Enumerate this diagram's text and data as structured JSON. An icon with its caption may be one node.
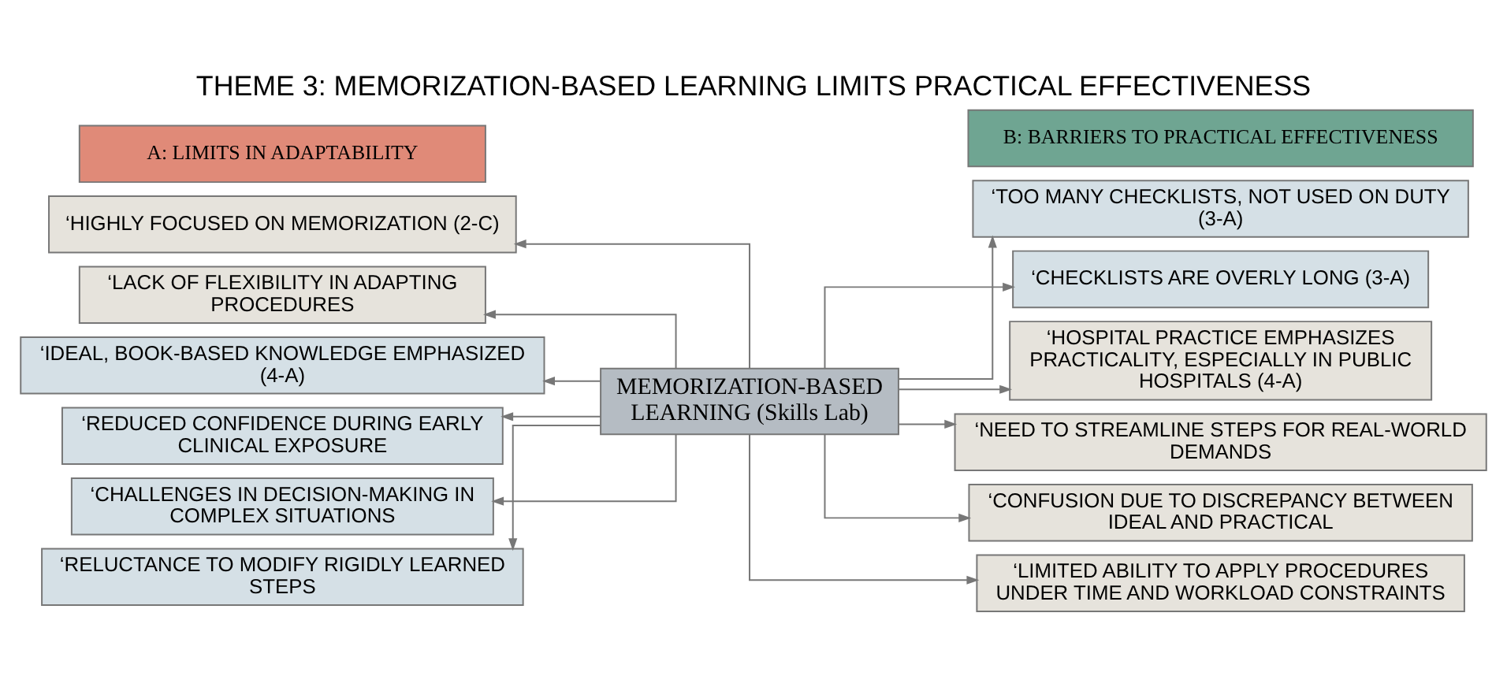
{
  "diagram": {
    "title": "THEME 3: MEMORIZATION-BASED LEARNING LIMITS PRACTICAL EFFECTIVENESS",
    "nodes": [
      {
        "text": [
          "A: LIMITS IN ADAPTABILITY"
        ]
      },
      {
        "text": [
          "‘HIGHLY FOCUSED ON MEMORIZATION (2-C)"
        ]
      },
      {
        "text": [
          "‘LACK OF FLEXIBILITY IN ADAPTING PROCEDURES"
        ]
      },
      {
        "text": [
          "‘IDEAL, BOOK-BASED KNOWLEDGE EMPHASIZED (4-A)"
        ]
      },
      {
        "text": [
          "‘REDUCED CONFIDENCE DURING EARLY CLINICAL EXPOSURE"
        ]
      },
      {
        "text": [
          "‘CHALLENGES IN DECISION-MAKING IN COMPLEX SITUATIONS"
        ]
      },
      {
        "text": [
          "‘RELUCTANCE TO MODIFY RIGIDLY LEARNED STEPS"
        ]
      },
      {
        "text": [
          "MEMORIZATION-BASED LEARNING (Skills Lab)"
        ]
      },
      {
        "text": [
          "B: BARRIERS TO PRACTICAL EFFECTIVENESS"
        ]
      },
      {
        "text": [
          "‘TOO MANY CHECKLISTS, NOT USED ON DUTY (3-A)"
        ]
      },
      {
        "text": [
          "‘CHECKLISTS ARE OVERLY LONG (3-A)"
        ]
      },
      {
        "text": [
          "‘HOSPITAL PRACTICE EMPHASIZES PRACTICALITY, ESPECIALLY IN PUBLIC HOSPITALS (4-A)"
        ]
      },
      {
        "text": [
          "‘NEED TO STREAMLINE STEPS FOR REAL-WORLD DEMANDS"
        ]
      },
      {
        "text": [
          "‘CONFUSION DUE TO DISCREPANCY BETWEEN IDEAL AND PRACTICAL"
        ]
      },
      {
        "text": [
          "‘LIMITED ABILITY TO APPLY PROCEDURES UNDER TIME AND WORKLOAD CONSTRAINTS"
        ]
      }
    ],
    "edges": [
      {
        "from": 7,
        "to": 1,
        "arrow": "to"
      },
      {
        "from": 7,
        "to": 2,
        "arrow": "to"
      },
      {
        "from": 7,
        "to": 3,
        "arrow": "to"
      },
      {
        "from": 7,
        "to": 4,
        "arrow": "to"
      },
      {
        "from": 7,
        "to": 5,
        "arrow": "to"
      },
      {
        "from": 7,
        "to": 6,
        "arrow": "to"
      },
      {
        "from": 7,
        "to": 9,
        "arrow": "to"
      },
      {
        "from": 7,
        "to": 10,
        "arrow": "to"
      },
      {
        "from": 7,
        "to": 11,
        "arrow": "to"
      },
      {
        "from": 7,
        "to": 12,
        "arrow": "to"
      },
      {
        "from": 7,
        "to": 13,
        "arrow": "to"
      },
      {
        "from": 7,
        "to": 14,
        "arrow": "to"
      }
    ]
  }
}
